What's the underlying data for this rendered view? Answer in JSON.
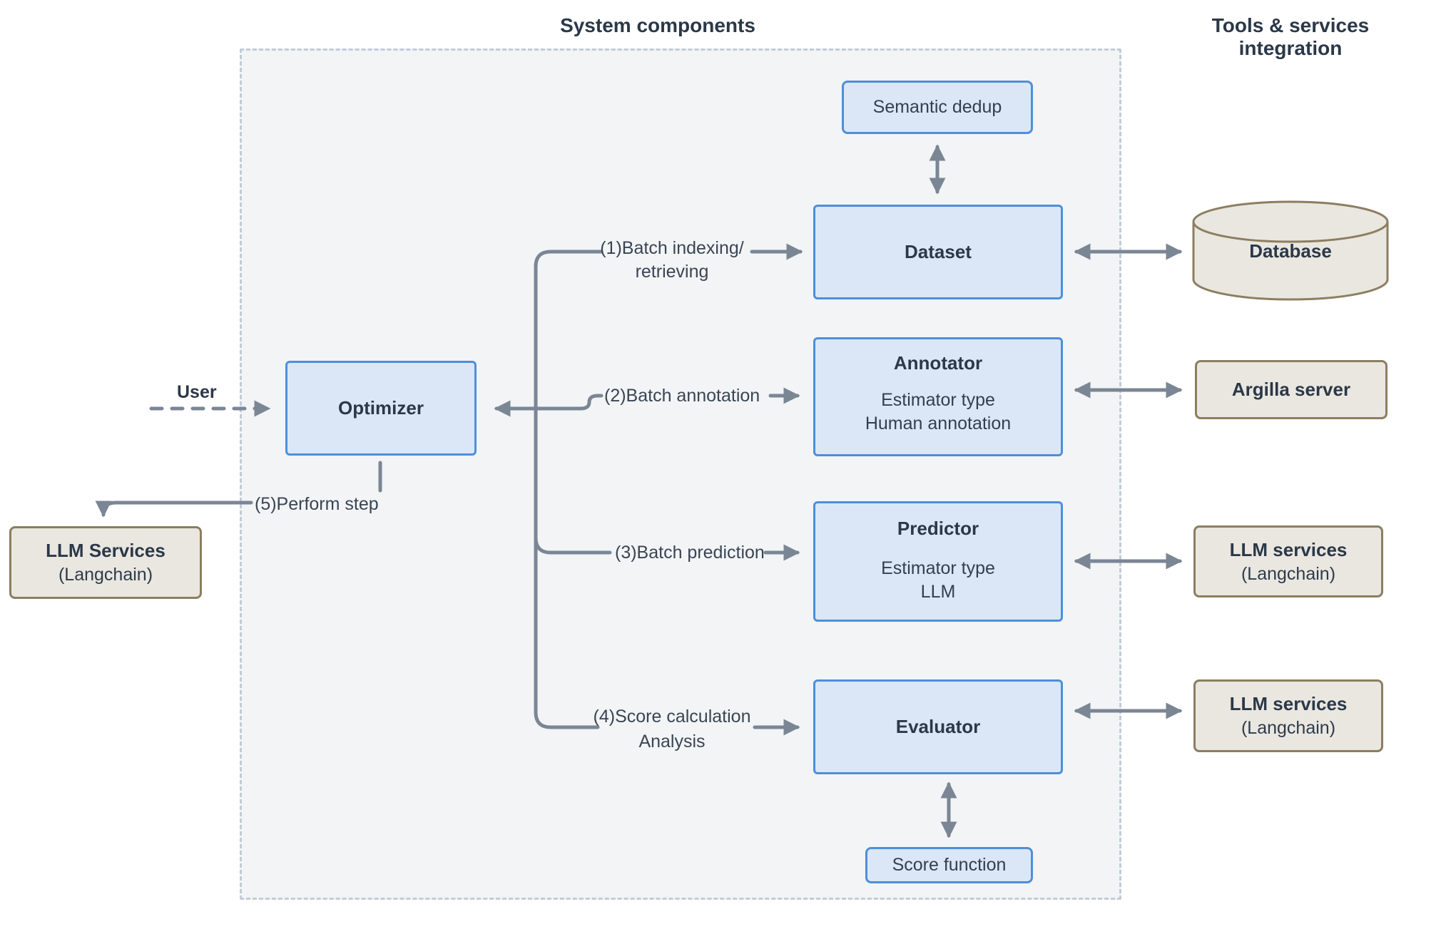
{
  "regions": {
    "system_components": {
      "title": "System components"
    },
    "tools_services": {
      "title": "Tools & services integration"
    }
  },
  "nodes": {
    "semantic_dedup": {
      "label": "Semantic dedup"
    },
    "dataset": {
      "title": "Dataset"
    },
    "annotator": {
      "title": "Annotator",
      "lines": [
        "Estimator type",
        "Human annotation"
      ]
    },
    "predictor": {
      "title": "Predictor",
      "lines": [
        "Estimator type",
        "LLM"
      ]
    },
    "evaluator": {
      "title": "Evaluator"
    },
    "score_function": {
      "label": "Score function"
    },
    "optimizer": {
      "title": "Optimizer"
    },
    "database": {
      "label": "Database"
    },
    "argilla_server": {
      "label": "Argilla server"
    },
    "llm_services_left": {
      "title": "LLM Services",
      "subtitle": "(Langchain)"
    },
    "llm_services_predictor": {
      "title": "LLM services",
      "subtitle": "(Langchain)"
    },
    "llm_services_evaluator": {
      "title": "LLM services",
      "subtitle": "(Langchain)"
    }
  },
  "labels": {
    "user": "User",
    "step1_line1": "(1)Batch indexing/",
    "step1_line2": "retrieving",
    "step2": "(2)Batch annotation",
    "step3": "(3)Batch prediction",
    "step4_line1": "(4)Score calculation",
    "step4_line2": "Analysis",
    "step5": "(5)Perform step"
  },
  "colors": {
    "component_fill": "#dbe7f6",
    "component_border": "#4e8fd9",
    "external_fill": "#e9e7e0",
    "external_border": "#8c7e60",
    "arrow": "#7b8695",
    "region_fill": "#f2f4f6",
    "region_border": "#c3ccd8",
    "text_dark": "#2b3848"
  }
}
